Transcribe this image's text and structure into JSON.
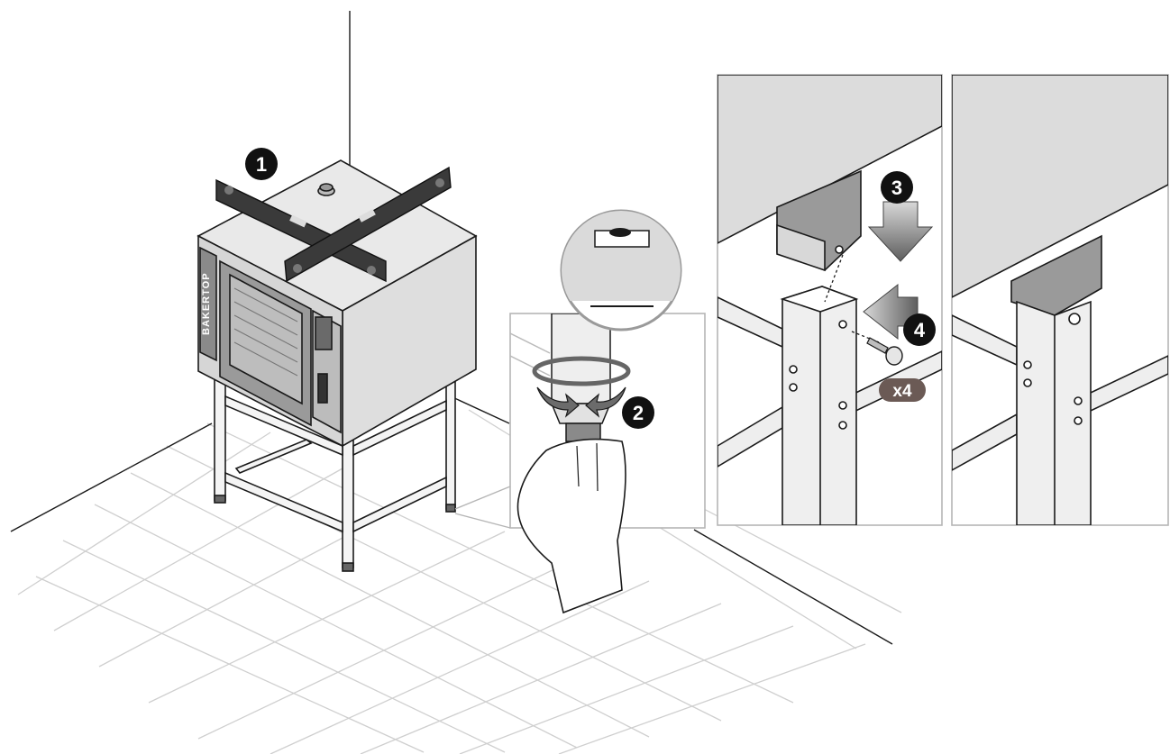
{
  "steps": [
    {
      "number": "1",
      "meaning": "place spirit levels on top of oven"
    },
    {
      "number": "2",
      "meaning": "turn adjustable foot to level"
    },
    {
      "number": "3",
      "meaning": "lower oven foot onto stand leg"
    },
    {
      "number": "4",
      "meaning": "insert fixing screw"
    }
  ],
  "screw_quantity": "x4",
  "brand_label": "BAKERTOP",
  "colors": {
    "line": "#1a1a1a",
    "badge": "#111111",
    "quantity_badge": "#6b5a55",
    "panel_gray": "#dcdcdc",
    "arrow_gray": "#6e6e6e",
    "floor_grid": "#d0d0d0"
  }
}
